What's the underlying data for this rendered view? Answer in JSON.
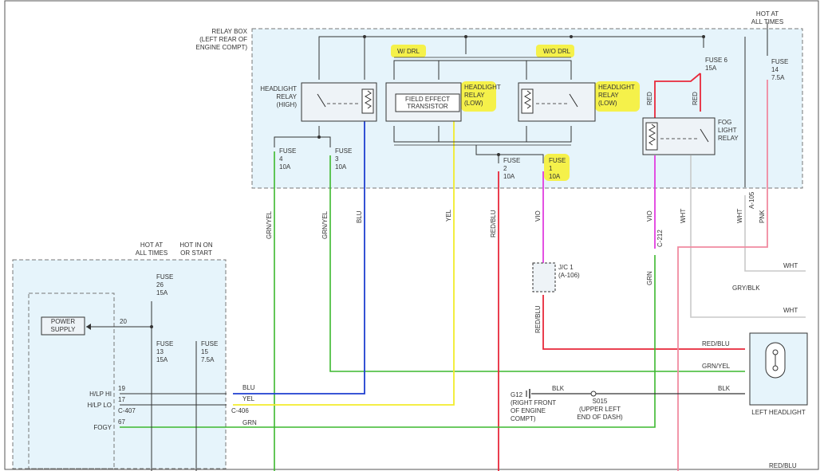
{
  "relay_box": {
    "line1": "RELAY BOX",
    "line2": "(LEFT REAR OF",
    "line3": "ENGINE COMPT)"
  },
  "hot_top": {
    "line1": "HOT AT",
    "line2": "ALL TIMES"
  },
  "hot_left": {
    "line1": "HOT AT",
    "line2": "ALL TIMES"
  },
  "hot_run": {
    "line1": "HOT IN ON",
    "line2": "OR START"
  },
  "w_drl": "W/ DRL",
  "wo_drl": "W/O DRL",
  "headlight_relay_high": {
    "line1": "HEADLIGHT",
    "line2": "RELAY",
    "line3": "(HIGH)"
  },
  "fet": {
    "line1": "FIELD EFFECT",
    "line2": "TRANSISTOR"
  },
  "headlight_relay_low_a": {
    "line1": "HEADLIGHT",
    "line2": "RELAY",
    "line3": "(LOW)"
  },
  "headlight_relay_low_b": {
    "line1": "HEADLIGHT",
    "line2": "RELAY",
    "line3": "(LOW)"
  },
  "fog_relay": {
    "line1": "FOG",
    "line2": "LIGHT",
    "line3": "RELAY"
  },
  "fuses": {
    "f6": {
      "name": "FUSE 6",
      "amp": "15A"
    },
    "f14": {
      "name": "FUSE",
      "num": "14",
      "amp": "7.5A"
    },
    "f4": {
      "name": "FUSE",
      "num": "4",
      "amp": "10A"
    },
    "f3": {
      "name": "FUSE",
      "num": "3",
      "amp": "10A"
    },
    "f2": {
      "name": "FUSE",
      "num": "2",
      "amp": "10A"
    },
    "f1": {
      "name": "FUSE",
      "num": "1",
      "amp": "10A"
    },
    "f26": {
      "name": "FUSE",
      "num": "26",
      "amp": "15A"
    },
    "f13": {
      "name": "FUSE",
      "num": "13",
      "amp": "15A"
    },
    "f15": {
      "name": "FUSE",
      "num": "15",
      "amp": "7.5A"
    }
  },
  "wire_labels": {
    "grn_yel_1": "GRN/YEL",
    "grn_yel_2": "GRN/YEL",
    "blu": "BLU",
    "yel": "YEL",
    "red_blu": "RED/BLU",
    "vio_1": "VIO",
    "vio_2": "VIO",
    "wht_1": "WHT",
    "wht_2": "WHT",
    "pnk": "PNK",
    "grn": "GRN",
    "red_1": "RED",
    "red_2": "RED",
    "red_blu_2": "RED/BLU",
    "red_blu_3": "RED/BLU",
    "grn_yel_3": "GRN/YEL",
    "blk_1": "BLK",
    "blk_2": "BLK",
    "wht_r1": "WHT",
    "wht_r2": "WHT",
    "gry_blk": "GRY/BLK",
    "blu_h": "BLU",
    "yel_h": "YEL",
    "grn_h": "GRN",
    "red_blu_bottom": "RED/BLU"
  },
  "connectors": {
    "a105": "A-105",
    "c212": "C-212",
    "c407": "C-407",
    "c406": "C-406"
  },
  "jc1": {
    "line1": "J/C 1",
    "line2": "(A-106)"
  },
  "power_supply": {
    "line1": "POWER",
    "line2": "SUPPLY"
  },
  "pins": {
    "hlp_hi": "H/LP HI",
    "hlp_lo": "H/LP LO",
    "fogy": "FOGY",
    "p19": "19",
    "p17": "17",
    "p67": "67",
    "p20": "20"
  },
  "g12": {
    "line1": "G12",
    "line2": "(RIGHT FRONT",
    "line3": "OF ENGINE",
    "line4": "COMPT)"
  },
  "s015": {
    "line1": "S015",
    "line2": "(UPPER LEFT",
    "line3": "END OF DASH)"
  },
  "left_headlight": "LEFT HEADLIGHT",
  "colors": {
    "blu": "#1f3fd0",
    "yel": "#f2ec2c",
    "grn": "#3cb82e",
    "red": "#e8283a",
    "vio": "#e23ce0",
    "pnk": "#f08aa0",
    "wht": "#c9c9c9",
    "highlight": "#f7f02a",
    "box_fill": "#e6f4fb"
  }
}
